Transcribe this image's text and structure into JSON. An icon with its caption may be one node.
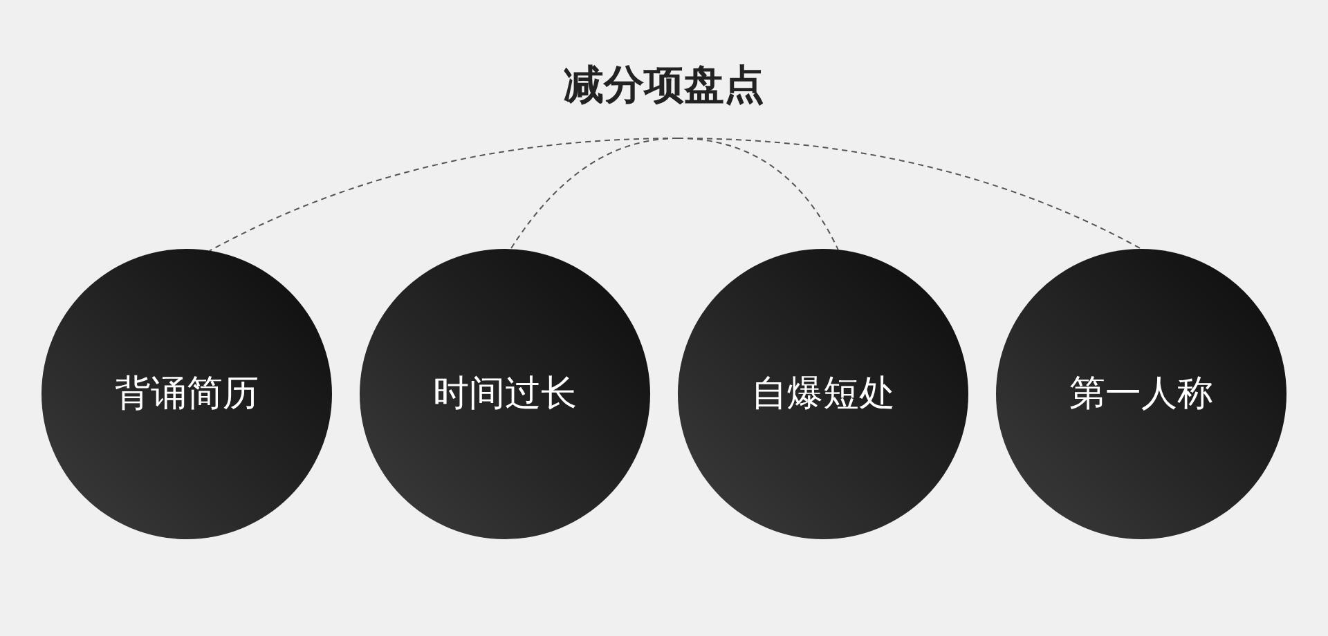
{
  "diagram": {
    "title": "减分项盘点",
    "nodes": [
      {
        "text": [
          "背诵简历"
        ]
      },
      {
        "text": [
          "时间过长"
        ]
      },
      {
        "text": [
          "自爆短处"
        ]
      },
      {
        "text": [
          "第一人称"
        ]
      }
    ],
    "edges": [
      {
        "from": null,
        "to": 0,
        "arrow": "none",
        "style": "dashed"
      },
      {
        "from": null,
        "to": 1,
        "arrow": "none",
        "style": "dashed"
      },
      {
        "from": null,
        "to": 2,
        "arrow": "none",
        "style": "dashed"
      },
      {
        "from": null,
        "to": 3,
        "arrow": "none",
        "style": "dashed"
      }
    ]
  }
}
